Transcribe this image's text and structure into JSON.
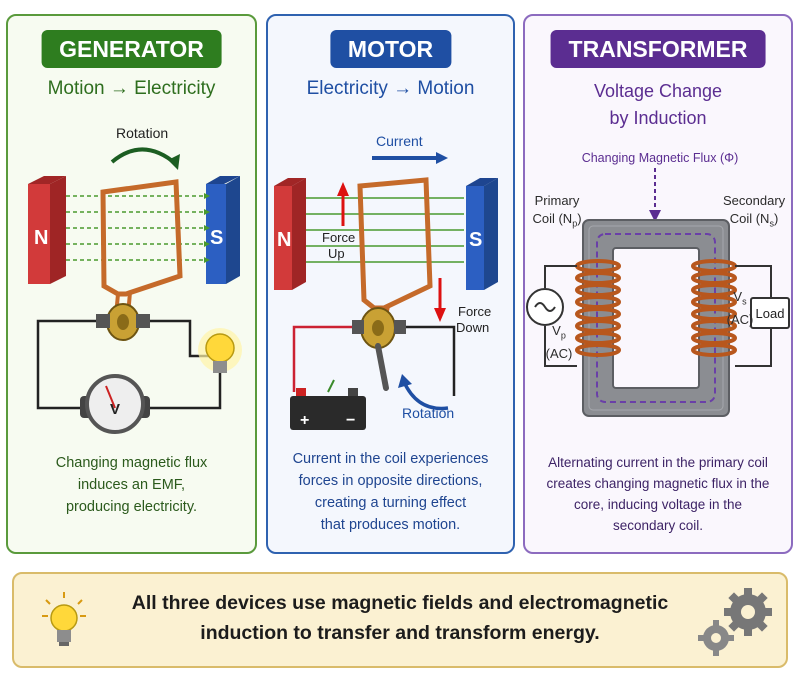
{
  "generator": {
    "title": "GENERATOR",
    "subtitle": "Motion → Electricity",
    "rotation_label": "Rotation",
    "north_label": "N",
    "south_label": "S",
    "meter_label": "V",
    "caption": [
      "Changing magnetic flux",
      "induces an EMF,",
      "producing electricity."
    ]
  },
  "motor": {
    "title": "MOTOR",
    "subtitle": "Electricity → Motion",
    "current_label": "Current",
    "north_label": "N",
    "south_label": "S",
    "force_up_label": [
      "Force",
      "Up"
    ],
    "force_down_label": [
      "Force",
      "Down"
    ],
    "rotation_label": "Rotation",
    "battery_plus": "+",
    "battery_minus": "−",
    "caption": [
      "Current in the coil experiences",
      "forces in opposite directions,",
      "creating a turning effect",
      "that produces motion."
    ]
  },
  "transformer": {
    "title": "TRANSFORMER",
    "subtitle": [
      "Voltage Change",
      "by Induction"
    ],
    "flux_label": "Changing Magnetic Flux (Φ)",
    "primary_label": [
      "Primary",
      "Coil (N",
      "p",
      ")"
    ],
    "secondary_label": [
      "Secondary",
      "Coil (N",
      "s",
      ")"
    ],
    "vp_label": [
      "V",
      "p",
      "(AC)"
    ],
    "vs_label": [
      "V",
      "s",
      "(AC)"
    ],
    "load_label": "Load",
    "caption": [
      "Alternating current in the primary coil",
      "creates changing magnetic flux in the",
      "core, inducing voltage in the",
      "secondary coil."
    ]
  },
  "summary": {
    "text": [
      "All three devices use magnetic fields and electromagnetic",
      "induction to transfer and transform energy."
    ]
  },
  "colors": {
    "generator_green": "#2e7d1f",
    "motor_blue": "#1f4fa3",
    "transformer_purple": "#5b2d91",
    "magnet_red": "#d23a3a",
    "magnet_blue": "#2c5fc2",
    "copper": "#c56a2a"
  }
}
